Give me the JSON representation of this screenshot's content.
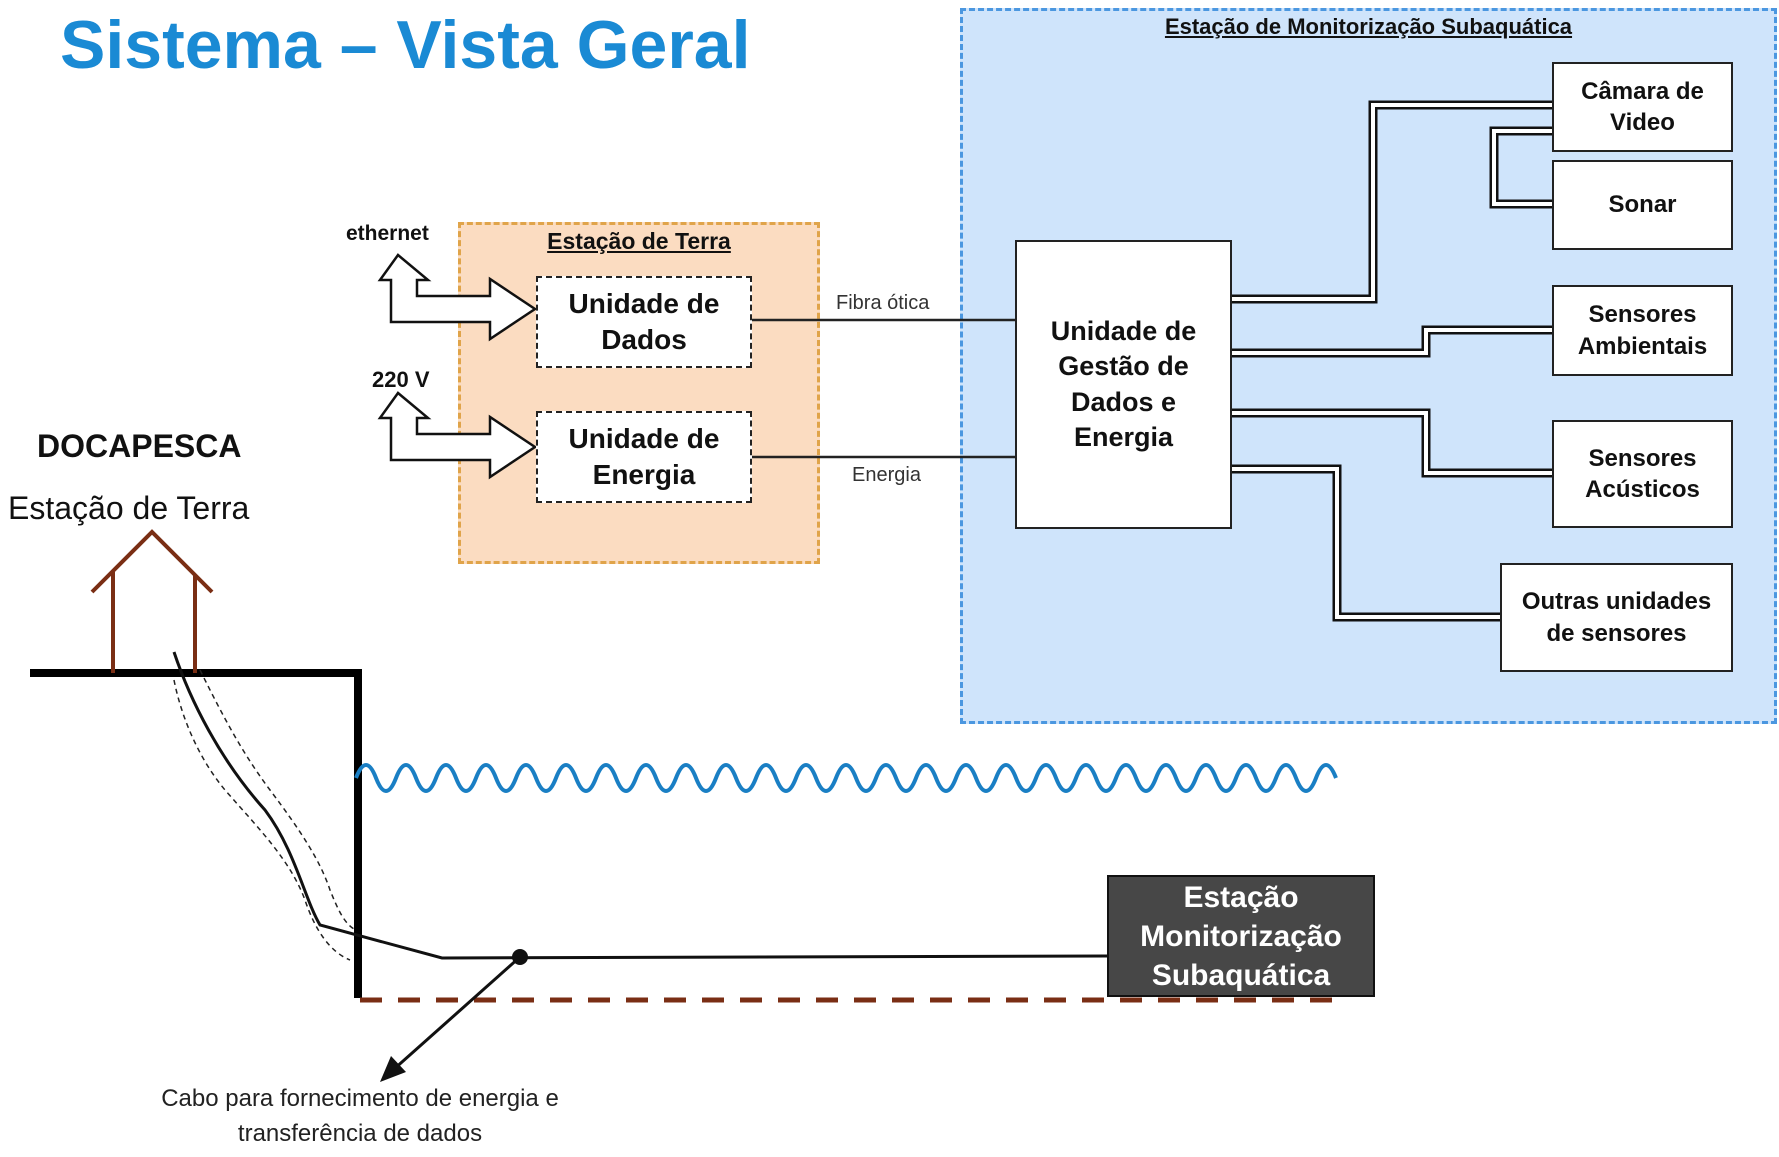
{
  "title": "Sistema – Vista Geral",
  "underwater_station_panel": {
    "title": "Estação de Monitorização Subaquática"
  },
  "ground_station_panel": {
    "title": "Estação de Terra",
    "data_unit": "Unidade de Dados",
    "power_unit": "Unidade de Energia"
  },
  "inputs": {
    "ethernet": "ethernet",
    "power": "220 V"
  },
  "links": {
    "fiber": "Fibra ótica",
    "energy": "Energia"
  },
  "management_unit": "Unidade de Gestão de Dados e Energia",
  "sensors": [
    {
      "label": "Câmara de Video"
    },
    {
      "label": "Sonar"
    },
    {
      "label": "Sensores Ambientais"
    },
    {
      "label": "Sensores Acústicos"
    },
    {
      "label": "Outras unidades de sensores"
    }
  ],
  "site": {
    "name": "DOCAPESCA",
    "subtitle": "Estação de Terra"
  },
  "underwater_station_box": "Estação Monitorização Subaquática",
  "cable_caption": "Cabo para fornecimento de energia e transferência de dados",
  "colors": {
    "title": "#1a8ad4",
    "sub_panel_fill": "#cfe4fb",
    "sub_panel_border": "#4b97e0",
    "ground_panel_fill": "#fbdcc1",
    "ground_panel_border": "#e0a44a",
    "house": "#7a2e14",
    "water": "#1a7fc4",
    "seabed": "#7a2e14"
  },
  "icons": {
    "ethernet_input": "double-outline-arrow-icon",
    "power_input": "double-outline-arrow-icon",
    "house": "house-icon",
    "water": "wave-icon"
  }
}
